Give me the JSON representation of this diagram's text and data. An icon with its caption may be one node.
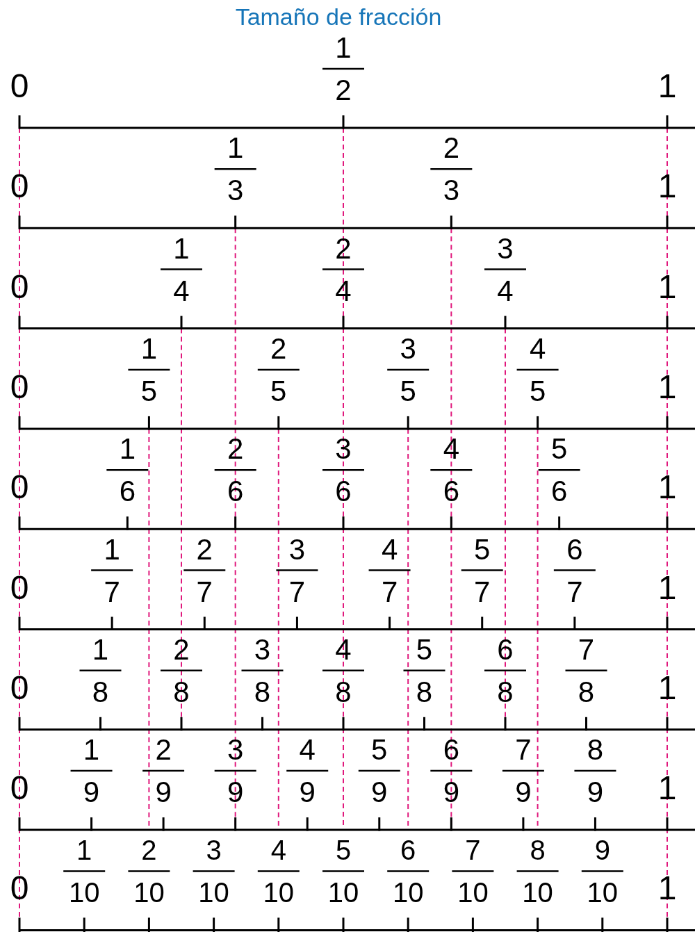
{
  "diagram": {
    "title": "Tamaño de fracción",
    "labels": [
      "0",
      "1",
      "2",
      "1",
      "0",
      "1",
      "3",
      "2",
      "3",
      "1",
      "0",
      "1",
      "4",
      "2",
      "4",
      "3",
      "4",
      "1",
      "0",
      "1",
      "5",
      "2",
      "5",
      "3",
      "5",
      "4",
      "5",
      "1",
      "0",
      "1",
      "6",
      "2",
      "6",
      "3",
      "6",
      "4",
      "6",
      "5",
      "6",
      "1",
      "0",
      "1",
      "7",
      "2",
      "7",
      "3",
      "7",
      "4",
      "7",
      "5",
      "7",
      "6",
      "7",
      "1",
      "0",
      "1",
      "8",
      "2",
      "8",
      "3",
      "8",
      "4",
      "8",
      "5",
      "8",
      "6",
      "8",
      "7",
      "8",
      "1",
      "0",
      "1",
      "9",
      "2",
      "9",
      "3",
      "9",
      "4",
      "9",
      "5",
      "9",
      "6",
      "9",
      "7",
      "9",
      "8",
      "9",
      "1",
      "0",
      "1",
      "10",
      "2",
      "10",
      "3",
      "10",
      "4",
      "10",
      "5",
      "10",
      "6",
      "10",
      "7",
      "10",
      "8",
      "10",
      "9",
      "10",
      "1"
    ]
  }
}
